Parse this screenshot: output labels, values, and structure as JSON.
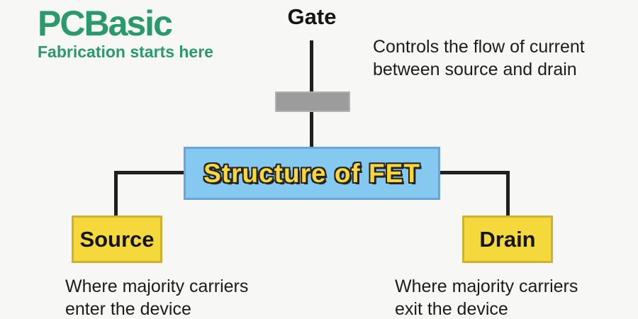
{
  "colors": {
    "background": "#f7f7f5",
    "brand_green": "#2a9a6c",
    "connector_black": "#1f1f1f",
    "gate_electrode_fill": "#9c9c9c",
    "gate_electrode_border": "#b2b2b2",
    "fet_box_fill": "#85c9f0",
    "fet_box_border": "#6ca3d9",
    "fet_title_yellow": "#f9d73b",
    "terminal_box_fill": "#f5d83c",
    "terminal_box_border": "#cdb12f",
    "text_dark": "#1c1c1c"
  },
  "logo": {
    "name": "PCBasic",
    "tagline": "Fabrication starts here"
  },
  "diagram": {
    "gate_label": "Gate",
    "gate_note_line1": "Controls the flow of current",
    "gate_note_line2": "between source and drain",
    "center_title": "Structure of FET",
    "source_label": "Source",
    "source_note_line1": "Where majority carriers",
    "source_note_line2": "enter the device",
    "drain_label": "Drain",
    "drain_note_line1": "Where majority carriers",
    "drain_note_line2": "exit the device"
  }
}
